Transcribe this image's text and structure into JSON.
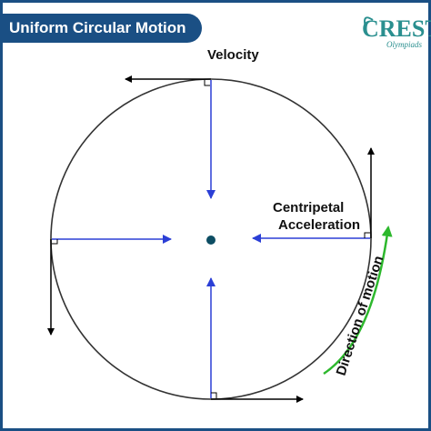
{
  "title": "Uniform Circular Motion",
  "logo": {
    "brand": "CREST",
    "tagline": "Olympiads"
  },
  "labels": {
    "velocity": "Velocity",
    "centripetal_line1": "Centripetal",
    "centripetal_line2": "Acceleration",
    "direction": "Direction of motion"
  },
  "colors": {
    "frame": "#1a4f84",
    "logo": "#2a8f8f",
    "acceleration_arrows": "#2b3fd6",
    "velocity_arrows": "#000000",
    "direction_arrow": "#2db82d",
    "circle": "#333333"
  }
}
